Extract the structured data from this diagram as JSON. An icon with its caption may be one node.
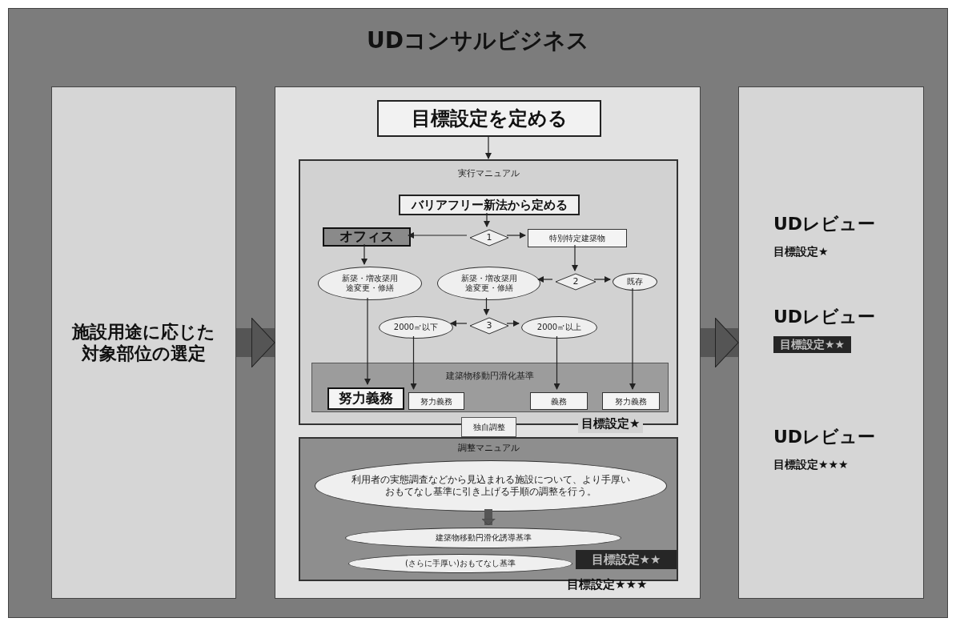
{
  "diagram": {
    "title": "UDコンサルビジネス",
    "nodes": [
      {
        "text": [
          "施設用途に応じた対象部位の選定"
        ]
      },
      {
        "text": [],
        "shape": "box"
      },
      {
        "text": [],
        "shape": "box"
      },
      {
        "text": [
          "目標設定を定める"
        ],
        "in": 1
      },
      {
        "text": [
          "実行マニュアル"
        ],
        "in": 1
      },
      {
        "text": [
          "バリアフリー新法から定める"
        ],
        "in": 4
      },
      {
        "text": [
          "オフィス"
        ],
        "in": 4
      },
      {
        "text": [
          "1"
        ],
        "in": 4
      },
      {
        "text": [
          "特別特定建築物"
        ],
        "in": 4
      },
      {
        "text": [
          "新築・増改築用途変更・修繕"
        ],
        "in": 4
      },
      {
        "text": [
          "新築・増改築用途変更・修繕"
        ],
        "in": 4
      },
      {
        "text": [
          "2"
        ],
        "in": 4
      },
      {
        "text": [
          "既存"
        ],
        "in": 4
      },
      {
        "text": [
          "3"
        ],
        "in": 4
      },
      {
        "text": [
          "2000㎡以下"
        ],
        "in": 4
      },
      {
        "text": [
          "2000㎡以上"
        ],
        "in": 4
      },
      {
        "text": [
          "建築物移動円滑化基準"
        ],
        "in": 4
      },
      {
        "text": [
          "努力義務"
        ],
        "in": 16
      },
      {
        "text": [
          "努力義務"
        ],
        "in": 16
      },
      {
        "text": [
          "義務"
        ],
        "in": 16
      },
      {
        "text": [
          "努力義務"
        ],
        "in": 16
      },
      {
        "text": [
          "独自調整"
        ],
        "in": 1
      },
      {
        "text": [
          "調整マニュアル"
        ],
        "in": 1
      },
      {
        "text": [
          "利用者の実態調査などから見込まれる施設について、より手厚いおもてなし基準に引き上げる手順の調整を行う。"
        ],
        "in": 22
      },
      {
        "text": [
          "建築物移動円滑化誘導基準"
        ],
        "in": 22
      },
      {
        "text": [
          "(さらに手厚い)おもてなし基準"
        ],
        "in": 22
      },
      {
        "text": [
          "UDレビュー",
          "目標設定★"
        ],
        "in": 2
      },
      {
        "text": [
          "UDレビュー",
          "目標設定★★"
        ],
        "in": 2
      },
      {
        "text": [
          "UDレビュー",
          "目標設定★★★"
        ],
        "in": 2
      },
      {
        "text": [
          "目標設定★★"
        ],
        "in": 22
      }
    ],
    "edges": [
      {
        "from": 0,
        "to": 1,
        "arrow": "to",
        "style": "thick"
      },
      {
        "from": 1,
        "to": 2,
        "arrow": "to",
        "style": "thick"
      },
      {
        "from": 3,
        "to": 4,
        "arrow": "to"
      },
      {
        "from": 5,
        "to": 7,
        "arrow": "to"
      },
      {
        "from": 7,
        "to": 6,
        "arrow": "to"
      },
      {
        "from": 7,
        "to": 8,
        "arrow": "to"
      },
      {
        "from": 8,
        "to": 11,
        "arrow": "to"
      },
      {
        "from": 11,
        "to": 10,
        "arrow": "to"
      },
      {
        "from": 11,
        "to": 12,
        "arrow": "to"
      },
      {
        "from": 10,
        "to": 13,
        "arrow": "to"
      },
      {
        "from": 13,
        "to": 14,
        "arrow": "to"
      },
      {
        "from": 13,
        "to": 15,
        "arrow": "to"
      },
      {
        "from": 6,
        "to": 9,
        "arrow": "to"
      },
      {
        "from": 9,
        "to": 17,
        "arrow": "to"
      },
      {
        "from": 14,
        "to": 18,
        "arrow": "to"
      },
      {
        "from": 15,
        "to": 19,
        "arrow": "to"
      },
      {
        "from": 12,
        "to": 20,
        "arrow": "to"
      },
      {
        "from": 23,
        "to": 24,
        "arrow": "to",
        "style": "thick"
      }
    ],
    "labels": [
      "目標設定★",
      "目標設定★★★"
    ]
  }
}
